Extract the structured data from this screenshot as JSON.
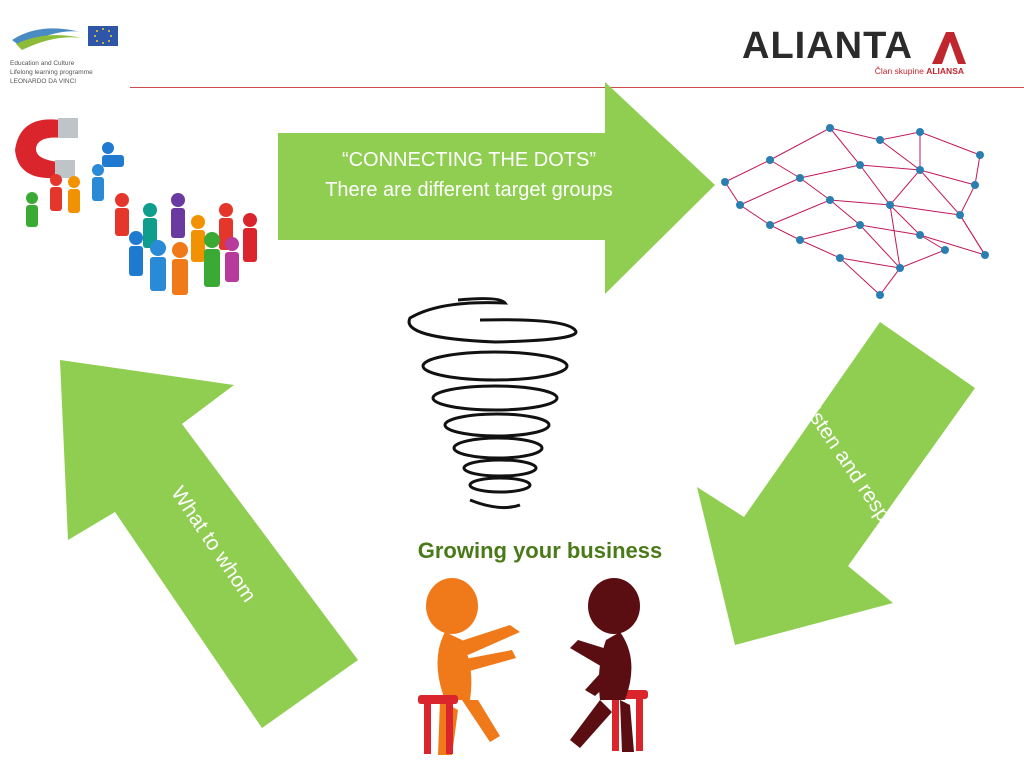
{
  "header": {
    "eu_programme": {
      "lines": [
        "Education and Culture",
        "Lifelong learning programme",
        "LEONARDO DA VINCI"
      ]
    },
    "brand": {
      "name": "ALIANTA",
      "tagline_prefix": "Član skupine",
      "tagline_group": "ALIANSA",
      "accent_color": "#c0262d"
    }
  },
  "diagram": {
    "arrow_color": "#8fce50",
    "top_arrow": {
      "line1": "“CONNECTING THE DOTS”",
      "line2": "There are different target groups"
    },
    "right_arrow": {
      "label": "Listen and respond"
    },
    "left_arrow": {
      "label": "What to whom"
    },
    "center_caption": "Growing your business",
    "caption_color": "#4a7a18",
    "images": [
      "magnet-crowd-illustration",
      "network-people-illustration",
      "spiral-illustration",
      "two-people-talking-illustration"
    ]
  }
}
